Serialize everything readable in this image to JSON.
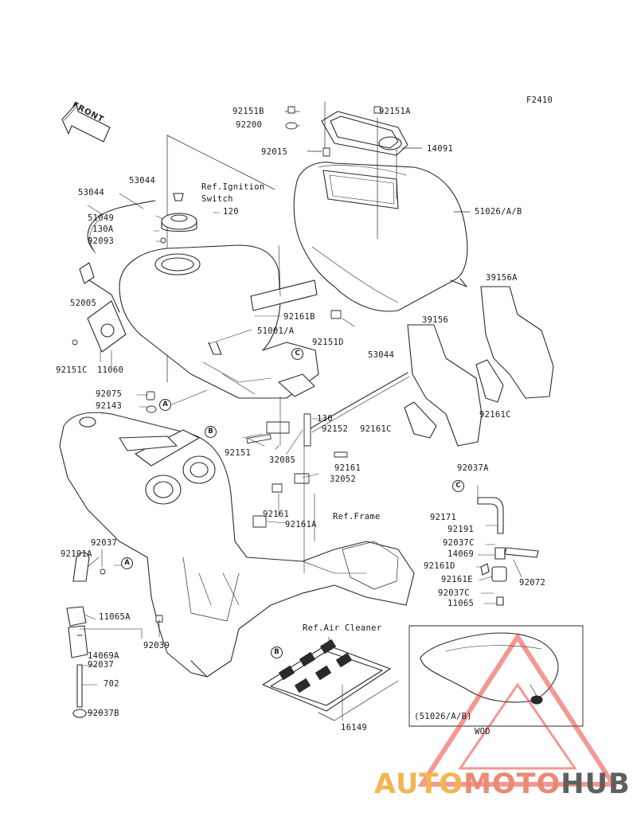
{
  "figure_code": "F2410",
  "direction": {
    "label": "FRONT"
  },
  "wod_box": {
    "ref_label": "(51026/A/B)",
    "caption": "WOD"
  },
  "watermark": {
    "part_auto": "AUTO",
    "part_moto": "MOTO",
    "part_hub": "HUB",
    "colors": {
      "auto": "#f2b54f",
      "moto": "#ea8a73",
      "hub": "#5f5f5f",
      "triangle": "#e9332a"
    }
  },
  "callouts": [
    "A",
    "B",
    "C"
  ],
  "part_labels": [
    "92151B",
    "92200",
    "92015",
    "92151A",
    "14091",
    "53044",
    "53044",
    "Ref.Ignition",
    "Switch",
    "51049",
    "130A",
    "92093",
    "120",
    "51026/A/B",
    "52005",
    "92161B",
    "51001/A",
    "39156A",
    "92151D",
    "39156",
    "92151C",
    "11060",
    "53044",
    "92075",
    "92143",
    "130",
    "92152",
    "92161C",
    "92161C",
    "32085",
    "92151",
    "92161",
    "32052",
    "92037A",
    "92161",
    "92161A",
    "Ref.Frame",
    "92171",
    "92191",
    "92037C",
    "14069",
    "92161D",
    "92072",
    "92161E",
    "92037C",
    "11065",
    "92037",
    "92191A",
    "11065A",
    "92039",
    "14069A",
    "92037",
    "702",
    "92037B",
    "Ref.Air Cleaner",
    "16149"
  ]
}
